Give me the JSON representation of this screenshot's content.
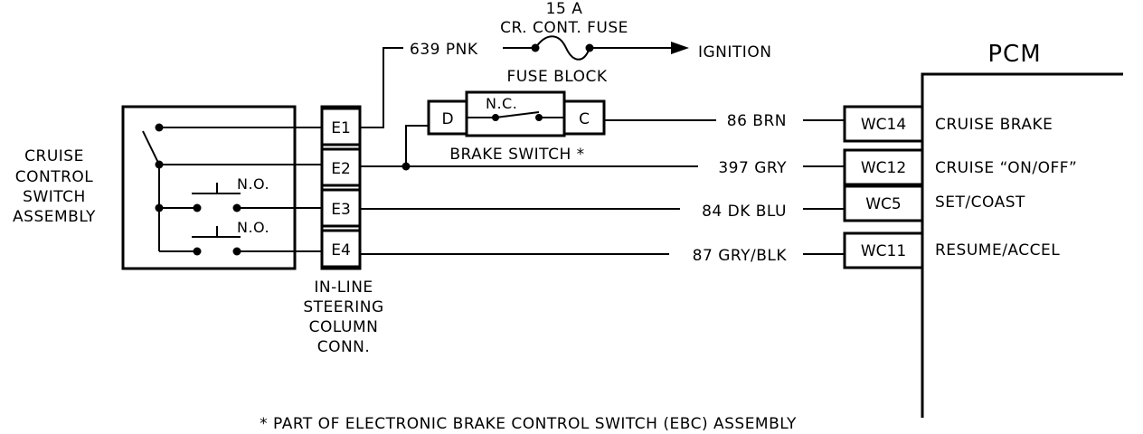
{
  "switch_assembly": {
    "label_lines": [
      "CRUISE",
      "CONTROL",
      "SWITCH",
      "ASSEMBLY"
    ],
    "no_label_1": "N.O.",
    "no_label_2": "N.O."
  },
  "connector": {
    "pins": [
      "E1",
      "E2",
      "E3",
      "E4"
    ],
    "label_lines": [
      "IN-LINE",
      "STEERING",
      "COLUMN",
      "CONN."
    ]
  },
  "fuse": {
    "rating": "15 A",
    "name": "CR. CONT. FUSE",
    "block": "FUSE BLOCK",
    "wire": "639 PNK",
    "destination": "IGNITION"
  },
  "brake_switch": {
    "terminal_d": "D",
    "terminal_c": "C",
    "contact": "N.C.",
    "label": "BRAKE SWITCH *"
  },
  "wires": [
    "86 BRN",
    "397 GRY",
    "84 DK BLU",
    "87 GRY/BLK"
  ],
  "pcm": {
    "title": "PCM",
    "pins": [
      "WC14",
      "WC12",
      "WC5",
      "WC11"
    ],
    "functions": [
      "CRUISE BRAKE",
      "CRUISE “ON/OFF”",
      "SET/COAST",
      "RESUME/ACCEL"
    ]
  },
  "footnote": "* PART OF ELECTRONIC BRAKE CONTROL SWITCH (EBC) ASSEMBLY"
}
